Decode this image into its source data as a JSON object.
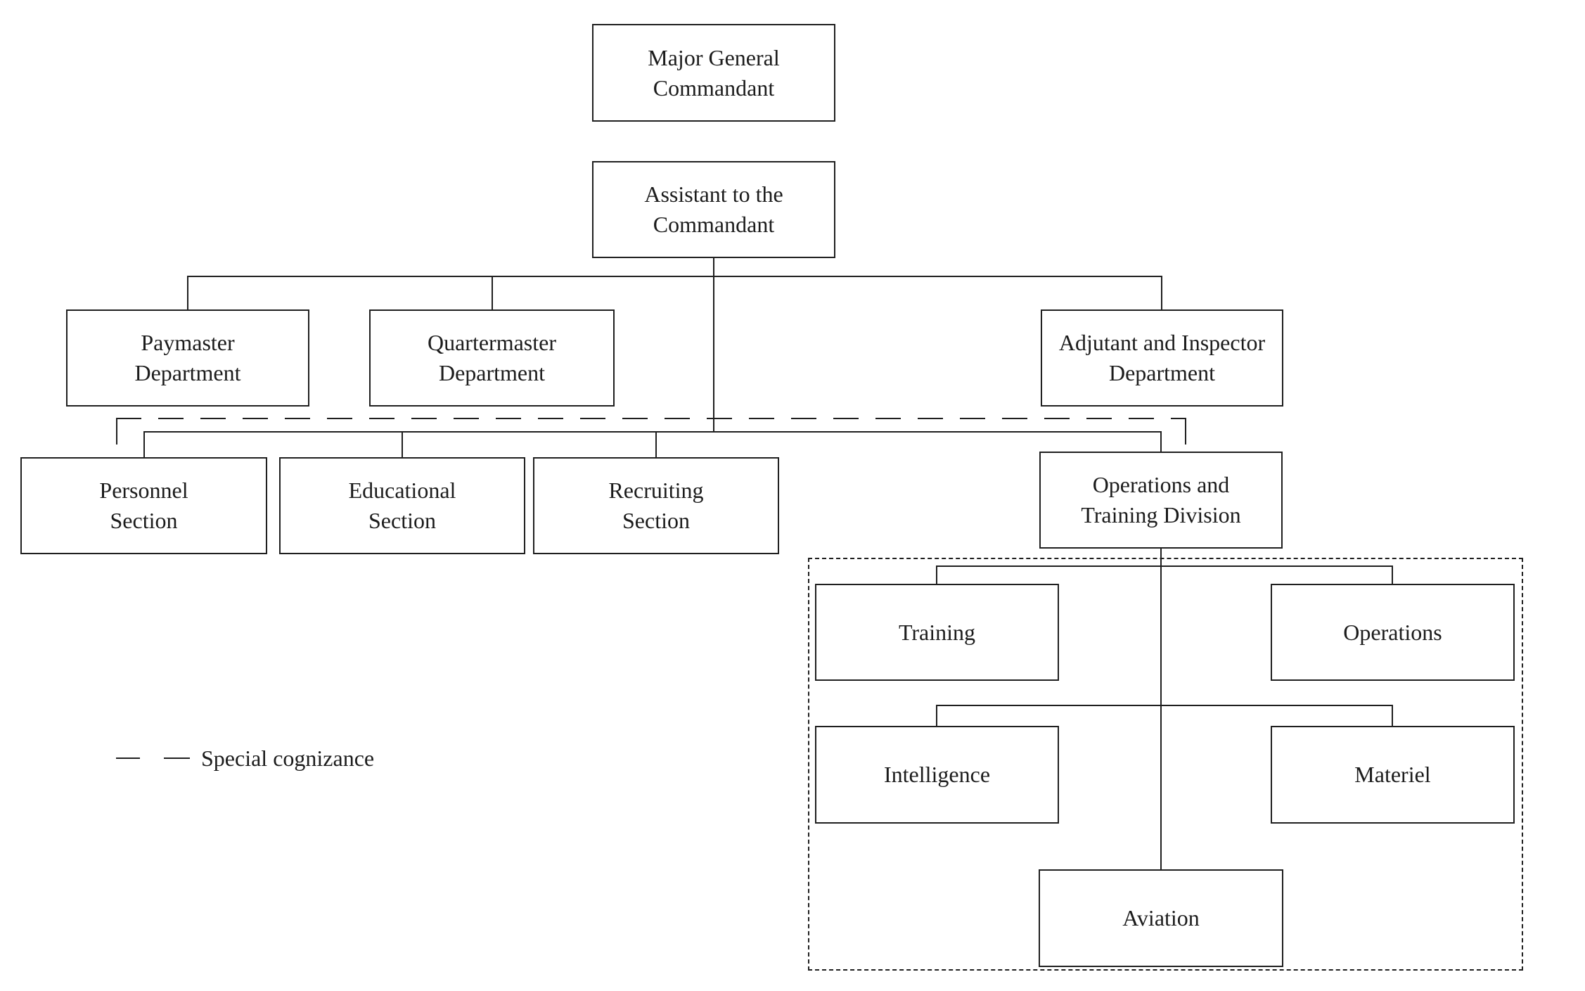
{
  "nodes": {
    "major_general_commandant": {
      "label": "Major General\nCommandant"
    },
    "assistant_to_commandant": {
      "label": "Assistant to the\nCommandant"
    },
    "paymaster": {
      "label": "Paymaster\nDepartment"
    },
    "quartermaster": {
      "label": "Quartermaster\nDepartment"
    },
    "adjutant_inspector": {
      "label": "Adjutant and Inspector\nDepartment"
    },
    "personnel": {
      "label": "Personnel\nSection"
    },
    "educational": {
      "label": "Educational\nSection"
    },
    "recruiting": {
      "label": "Recruiting\nSection"
    },
    "operations_training": {
      "label": "Operations and\nTraining Division"
    },
    "training": {
      "label": "Training"
    },
    "operations": {
      "label": "Operations"
    },
    "intelligence": {
      "label": "Intelligence"
    },
    "materiel": {
      "label": "Materiel"
    },
    "aviation": {
      "label": "Aviation"
    }
  },
  "legend": {
    "label": "Special cognizance"
  },
  "colors": {
    "line": "#1f1f1f",
    "text": "#1c1c1c",
    "background": "#ffffff"
  }
}
